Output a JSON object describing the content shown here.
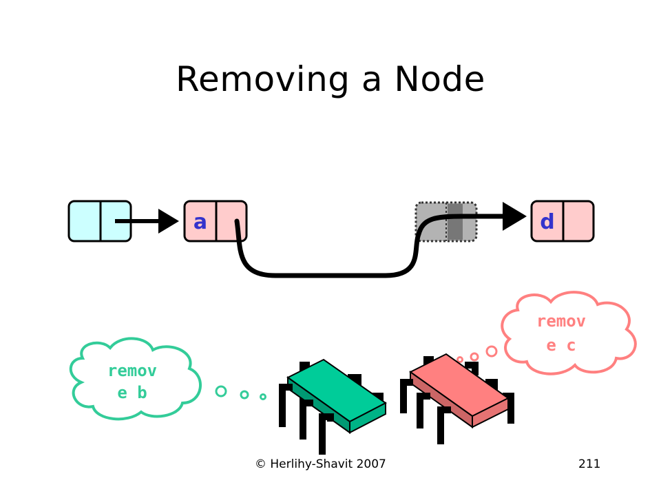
{
  "slide": {
    "title": "Removing a Node",
    "footer_copyright": "© Herlihy-Shavit 2007",
    "page_number": "211"
  },
  "nodes": [
    {
      "label": "",
      "fill": "#ccffff",
      "state": "head"
    },
    {
      "label": "a",
      "fill": "#ffcccc",
      "state": "normal"
    },
    {
      "label": "",
      "fill": "#b3b3b3",
      "state": "removed"
    },
    {
      "label": "d",
      "fill": "#ffcccc",
      "state": "normal"
    }
  ],
  "threads": [
    {
      "thought_line1": "remov",
      "thought_line2": "e b",
      "color": "#33cc99",
      "body_color": "#00cc99"
    },
    {
      "thought_line1": "remov",
      "thought_line2": "e c",
      "color": "#ff8080",
      "body_color": "#ff8080"
    }
  ],
  "colors": {
    "node_label": "#3333cc",
    "arrow": "#000000",
    "removed_outline": "#333333"
  }
}
